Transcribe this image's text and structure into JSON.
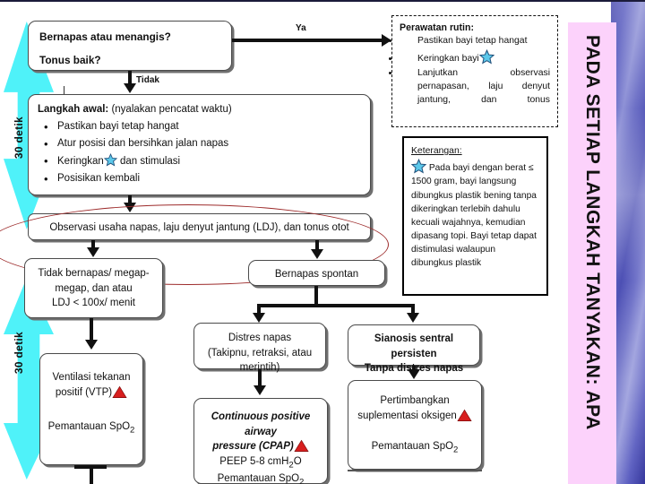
{
  "slide": {
    "side_banner_text": "PADA SETIAP LANGKAH TANYAKAN: APA",
    "timing_label_1": "30 detik",
    "timing_label_2": "30 detik"
  },
  "edges": {
    "ya": "Ya",
    "tidak": "Tidak"
  },
  "nodes": {
    "initial_question": {
      "line1": "Bernapas atau menangis?",
      "line2": "Tonus baik?"
    },
    "langkah_awal": {
      "header_bold": "Langkah awal:",
      "header_rest": "(nyalakan pencatat waktu)",
      "items": [
        "Pastikan bayi tetap hangat",
        "Atur posisi dan bersihkan jalan napas",
        "Keringkan",
        "Posisikan kembali"
      ],
      "item3_suffix": "dan stimulasi"
    },
    "observasi": "Observasi usaha napas, laju denyut jantung (LDJ), dan tonus otot",
    "tidak_bernapas": {
      "line1": "Tidak bernapas/ megap-",
      "line2": "megap, dan atau",
      "line3": "LDJ < 100x/ menit"
    },
    "bernapas_spontan": "Bernapas spontan",
    "distres_napas": {
      "line1": "Distres napas",
      "line2": "(Takipnu, retraksi, atau",
      "line3": "merintih)"
    },
    "sianosis": {
      "line1": "Sianosis sentral persisten",
      "line2": "Tanpa distres napas"
    },
    "vtp": {
      "line1": "Ventilasi tekanan",
      "line2": "positif (VTP)",
      "line3": "Pemantauan SpO",
      "sub": "2"
    },
    "cpap": {
      "line1": "Continuous positive airway",
      "line2": "pressure (CPAP)",
      "line3": "PEEP 5-8 cmH",
      "line3_sub": "2",
      "line3_end": "O",
      "line4": "Pemantauan SpO",
      "line4_sub": "2"
    },
    "oksigen": {
      "line1": "Pertimbangkan",
      "line2": "suplementasi oksigen",
      "line3": "Pemantauan SpO",
      "line3_sub": "2"
    }
  },
  "routine_care": {
    "header": "Perawatan rutin:",
    "items": [
      "Pastikan bayi tetap hangat",
      "Keringkan bayi",
      "Lanjutkan observasi pernapasan, laju denyut jantung, dan tonus"
    ]
  },
  "keterangan": {
    "header": "Keterangan:",
    "body": "Pada bayi dengan berat ≤ 1500 gram, bayi langsung dibungkus plastik bening tanpa dikeringkan terlebih dahulu kecuali wajahnya, kemudian dipasang topi. Bayi tetap dapat distimulasi walaupun dibungkus plastik"
  },
  "icons": {
    "star": "star-icon",
    "triangle": "warning-triangle-icon"
  },
  "colors": {
    "star_fill": "#5cc8ea",
    "star_stroke": "#1f4e79",
    "triangle_fill": "#d81f1f",
    "cyan": "#4ff2f9",
    "pink": "#fcd2fb",
    "ellipse": "#9d2b2b"
  }
}
